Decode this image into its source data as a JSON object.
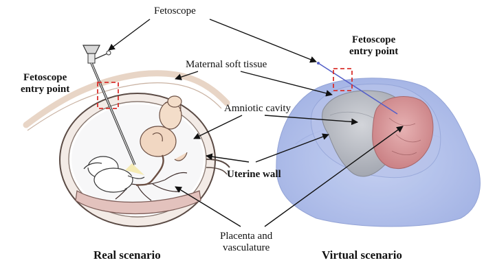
{
  "labels": {
    "fetoscope": "Fetoscope",
    "entry_left_line1": "Fetoscope",
    "entry_left_line2": "entry point",
    "entry_right_line1": "Fetoscope",
    "entry_right_line2": "entry point",
    "maternal_soft_tissue": "Maternal soft tissue",
    "amniotic_cavity": "Amniotic cavity",
    "uterine_wall": "Uterine wall",
    "placenta_line1": "Placenta and",
    "placenta_line2": "vasculature"
  },
  "captions": {
    "real": "Real scenario",
    "virtual": "Virtual scenario"
  },
  "colors": {
    "entry_marker": "#d9302c",
    "virtual_outer": "#a9b8e8",
    "virtual_cavity": "#b9bcc4",
    "virtual_placenta": "#d99a9c",
    "real_placenta": "#e3c2bd",
    "arrow": "#111111"
  }
}
